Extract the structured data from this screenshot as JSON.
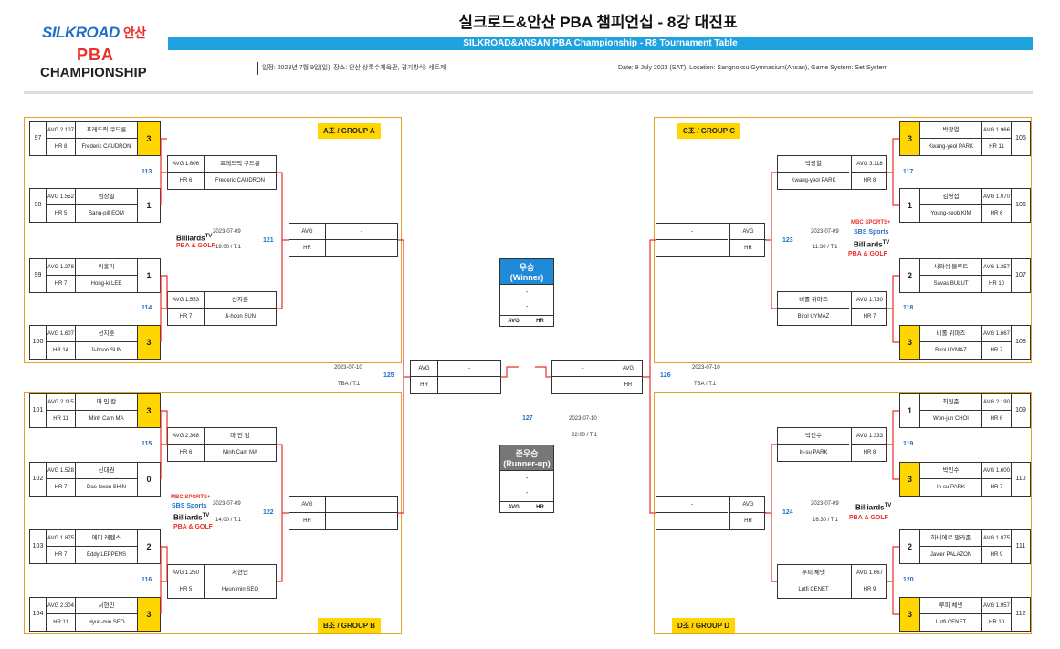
{
  "header": {
    "logo_top": "SILKROAD",
    "logo_top_k": "안산",
    "logo_mid": "PBA",
    "logo_bottom": "CHAMPIONSHIP",
    "title": "실크로드&안산 PBA 챔피언십 - 8강 대진표",
    "subtitle": "SILKROAD&ANSAN PBA Championship - R8 Tournament Table",
    "info_ko": "일정: 2023년 7월 9일(일), 장소: 안산 상록수체육관, 경기방식: 세트제",
    "info_en": "Date: 9 July 2023 (SAT), Location: Sangnoksu Gymnasium(Ansan), Game System: Set System"
  },
  "groups": {
    "a": "A조 / GROUP A",
    "b": "B조 / GROUP B",
    "c": "C조 / GROUP C",
    "d": "D조 / GROUP D"
  },
  "players": {
    "p97": {
      "no": "97",
      "avg": "AVG 2.107",
      "hr": "HR 8",
      "ko": "프레드릭 쿠드롱",
      "en": "Frederic CAUDRON",
      "score": "3"
    },
    "p98": {
      "no": "98",
      "avg": "AVG 1.552",
      "hr": "HR 5",
      "ko": "엄상필",
      "en": "Sang-pill EOM",
      "score": "1"
    },
    "p99": {
      "no": "99",
      "avg": "AVG 1.278",
      "hr": "HR 7",
      "ko": "이홍기",
      "en": "Hong-ki LEE",
      "score": "1"
    },
    "p100": {
      "no": "100",
      "avg": "AVG 1.607",
      "hr": "HR 14",
      "ko": "선지훈",
      "en": "Ji-hoon SUN",
      "score": "3"
    },
    "p101": {
      "no": "101",
      "avg": "AVG 2.115",
      "hr": "HR 11",
      "ko": "마 민 캄",
      "en": "Minh Cam MA",
      "score": "3"
    },
    "p102": {
      "no": "102",
      "avg": "AVG 1.528",
      "hr": "HR 7",
      "ko": "신대권",
      "en": "Dae-kwon SHIN",
      "score": "0"
    },
    "p103": {
      "no": "103",
      "avg": "AVG 1.875",
      "hr": "HR 7",
      "ko": "에디 레펜스",
      "en": "Eddy LEPPENS",
      "score": "2"
    },
    "p104": {
      "no": "104",
      "avg": "AVG 2.304",
      "hr": "HR 11",
      "ko": "서현민",
      "en": "Hyun-min SEO",
      "score": "3"
    },
    "p105": {
      "no": "105",
      "avg": "AVG 1.966",
      "hr": "HR 11",
      "ko": "박광열",
      "en": "Kwang-yeol PARK",
      "score": "3"
    },
    "p106": {
      "no": "106",
      "avg": "AVG 1.070",
      "hr": "HR 6",
      "ko": "김영섭",
      "en": "Young-seob KIM",
      "score": "1"
    },
    "p107": {
      "no": "107",
      "avg": "AVG 1.357",
      "hr": "HR 10",
      "ko": "사와쉬 불루트",
      "en": "Savas BULUT",
      "score": "2"
    },
    "p108": {
      "no": "108",
      "avg": "AVG 1.667",
      "hr": "HR 7",
      "ko": "비롤 위마즈",
      "en": "Birol UYMAZ",
      "score": "3"
    },
    "p109": {
      "no": "109",
      "avg": "AVG 2.190",
      "hr": "HR 6",
      "ko": "최원준",
      "en": "Won-jun CHOI",
      "score": "1"
    },
    "p110": {
      "no": "110",
      "avg": "AVG 1.600",
      "hr": "HR 7",
      "ko": "박인수",
      "en": "In-su PARK",
      "score": "3"
    },
    "p111": {
      "no": "111",
      "avg": "AVG 1.875",
      "hr": "HR 9",
      "ko": "하비에르 팔라존",
      "en": "Javier PALAZON",
      "score": "2"
    },
    "p112": {
      "no": "112",
      "avg": "AVG 1.957",
      "hr": "HR 10",
      "ko": "루피 체넷",
      "en": "Lutfi CENET",
      "score": "3"
    }
  },
  "r4": {
    "a1": {
      "avg": "AVG 1.606",
      "hr": "HR 6",
      "ko": "프레드릭 쿠드롱",
      "en": "Frederic CAUDRON"
    },
    "a2": {
      "avg": "AVG 1.553",
      "hr": "HR 7",
      "ko": "선지훈",
      "en": "Ji-hoon SUN"
    },
    "b1": {
      "avg": "AVG 2.368",
      "hr": "HR 6",
      "ko": "마 민 캄",
      "en": "Minh Cam MA"
    },
    "b2": {
      "avg": "AVG 1.250",
      "hr": "HR 5",
      "ko": "서현민",
      "en": "Hyun-min SEO"
    },
    "c1": {
      "avg": "AVG 3.118",
      "hr": "HR 8",
      "ko": "박광열",
      "en": "Kwang-yeol PARK"
    },
    "c2": {
      "avg": "AVG 1.730",
      "hr": "HR 7",
      "ko": "비롤 위마즈",
      "en": "Birol UYMAZ"
    },
    "d1": {
      "avg": "AVG 1.333",
      "hr": "HR 8",
      "ko": "박인수",
      "en": "In-su PARK"
    },
    "d2": {
      "avg": "AVG 1.667",
      "hr": "HR 9",
      "ko": "루피 체넷",
      "en": "Lutfi CENET"
    }
  },
  "semi": {
    "avg": "AVG",
    "hr": "HR",
    "dash": "-"
  },
  "matches": {
    "m113": "113",
    "m114": "114",
    "m115": "115",
    "m116": "116",
    "m117": "117",
    "m118": "118",
    "m119": "119",
    "m120": "120",
    "m121": "121",
    "m122": "122",
    "m123": "123",
    "m124": "124",
    "m125": "125",
    "m126": "126",
    "m127": "127"
  },
  "schedule": {
    "date1": "2023-07-09",
    "date2": "2023-07-10",
    "t121": "19:00 / T.1",
    "t122": "14:00 / T.1",
    "t123": "11:30 / T.1",
    "t124": "16:30 / T.1",
    "tba": "TBA / T.1",
    "t127": "22:00 / T.1"
  },
  "final": {
    "winner": "우승",
    "winner_en": "(Winner)",
    "runner": "준우승",
    "runner_en": "(Runner-up)",
    "dash": "-",
    "avg": "AVG",
    "hr": "HR"
  },
  "broadcast": {
    "billiards": "Billiards",
    "tv": "TV",
    "pba": "PBA & GOLF",
    "mbc": "MBC SPORTS+",
    "sbs": "SBS Sports"
  },
  "colors": {
    "accent": "#1fa3e0",
    "highlight": "#ffd600",
    "bracket": "#e8302a",
    "group_border": "#e8a020"
  }
}
